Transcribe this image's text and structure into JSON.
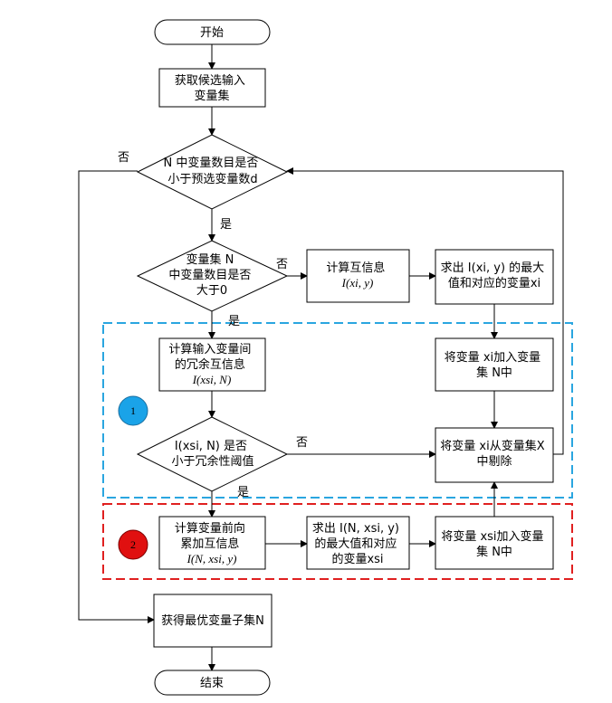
{
  "nodes": {
    "start": {
      "lines": [
        "开始"
      ]
    },
    "get_candidates": {
      "lines": [
        "获取候选输入",
        "变量集"
      ]
    },
    "check_predefined": {
      "lines": [
        "N 中变量数目是否",
        "小于预选变量数d"
      ]
    },
    "check_gt_zero": {
      "lines": [
        "变量集 N",
        "中变量数目是否",
        "大于0"
      ]
    },
    "compute_mi": {
      "lines": [
        "计算互信息",
        "I(xi, y)"
      ]
    },
    "find_max_mi": {
      "lines": [
        "求出 I(xi, y) 的最大",
        "值和对应的变量xi"
      ]
    },
    "compute_redundancy": {
      "lines": [
        "计算输入变量间",
        "的冗余互信息",
        "I(xsi, N)"
      ]
    },
    "add_var_1": {
      "lines": [
        "将变量 xi加入变量",
        "集 N中"
      ]
    },
    "check_threshold": {
      "lines": [
        "I(xsi, N) 是否",
        "小于冗余性阈值"
      ]
    },
    "remove_var": {
      "lines": [
        "将变量 xi从变量集X",
        "中剔除"
      ]
    },
    "compute_cumulative": {
      "lines": [
        "计算变量前向",
        "累加互信息",
        "I(N, xsi, y)"
      ]
    },
    "find_max_cumulative": {
      "lines": [
        "求出 I(N, xsi, y)",
        "的最大值和对应",
        "的变量xsi"
      ]
    },
    "add_var_2": {
      "lines": [
        "将变量  xsi加入变量",
        "集 N中"
      ]
    },
    "get_optimal": {
      "lines": [
        "获得最优变量子集N"
      ]
    },
    "end": {
      "lines": [
        "结束"
      ]
    }
  },
  "edge_labels": {
    "predefined_no": "否",
    "predefined_yes": "是",
    "gt_zero_no": "否",
    "gt_zero_yes": "是",
    "threshold_no": "否",
    "threshold_yes": "是"
  },
  "regions": {
    "region_1": {
      "marker": "1",
      "border_color": "#2aa6e0",
      "marker_fill": "#1aa3e8"
    },
    "region_2": {
      "marker": "2",
      "border_color": "#e02020",
      "marker_fill": "#e01010"
    }
  }
}
